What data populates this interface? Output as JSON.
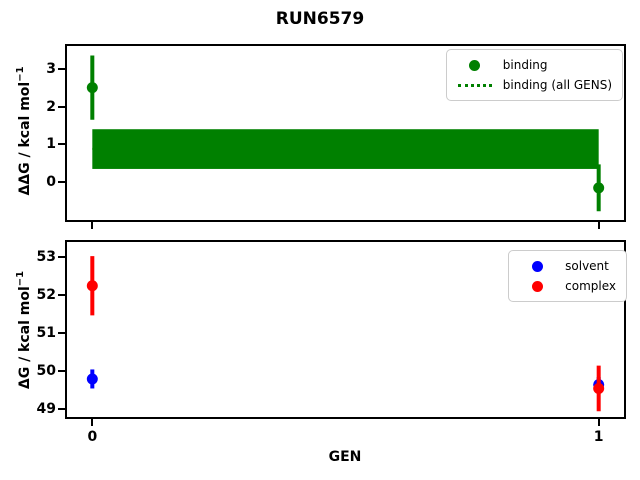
{
  "title": "RUN6579",
  "top_plot": {
    "ylabel": "ΔΔG / kcal mol",
    "ylabel_sup": "−1",
    "legend": [
      "binding",
      "binding (all GENS)"
    ]
  },
  "bottom_plot": {
    "ylabel": "ΔG / kcal mol",
    "ylabel_sup": "−1",
    "xlabel": "GEN",
    "legend": [
      "solvent",
      "complex"
    ]
  },
  "chart_data": [
    {
      "type": "scatter",
      "subplot": "top",
      "title": "RUN6579",
      "ylabel": "ΔΔG / kcal mol⁻¹",
      "xlabel": "GEN",
      "x": [
        0,
        1
      ],
      "series": [
        {
          "name": "binding",
          "color": "#008000",
          "y": [
            2.5,
            -0.15
          ],
          "yerr": [
            0.85,
            0.62
          ]
        }
      ],
      "band": {
        "name": "binding (all GENS)",
        "color": "#008000",
        "mean": 0.88,
        "low": 0.35,
        "high": 1.4,
        "x_range": [
          0,
          1
        ],
        "style": "solid fill with dotted mean line"
      },
      "ylim": [
        -1.0,
        3.6
      ],
      "yticks": [
        3,
        2,
        1,
        0
      ],
      "xlim": [
        -0.05,
        1.05
      ],
      "grid": false,
      "legend_position": "upper right"
    },
    {
      "type": "scatter",
      "subplot": "bottom",
      "ylabel": "ΔG / kcal mol⁻¹",
      "xlabel": "GEN",
      "x": [
        0,
        1
      ],
      "xticks": [
        0,
        1
      ],
      "series": [
        {
          "name": "solvent",
          "color": "#0000ff",
          "y": [
            49.8,
            49.65
          ],
          "yerr": [
            0.25,
            0.2
          ]
        },
        {
          "name": "complex",
          "color": "#ff0000",
          "y": [
            52.25,
            49.55
          ],
          "yerr": [
            0.78,
            0.6
          ]
        }
      ],
      "ylim": [
        48.8,
        53.4
      ],
      "yticks": [
        53,
        52,
        51,
        50,
        49
      ],
      "xlim": [
        -0.05,
        1.05
      ],
      "grid": false,
      "legend_position": "upper right"
    }
  ]
}
